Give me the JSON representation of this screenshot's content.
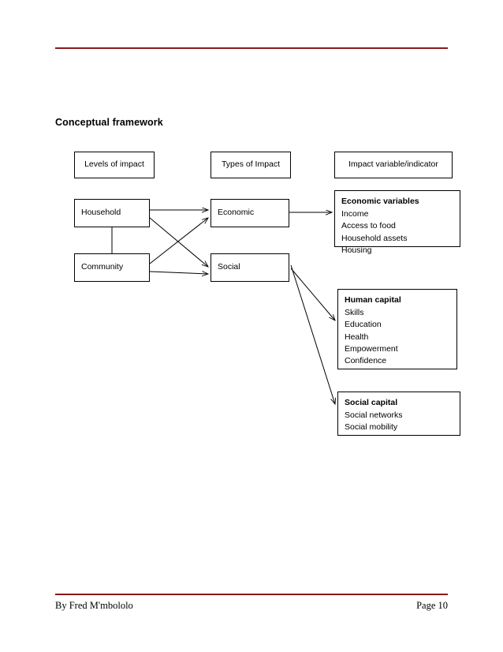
{
  "document": {
    "heading": "Conceptual framework",
    "footer_left": "By Fred M'mbololo",
    "footer_right": "Page 10",
    "rule_color": "#8b1a1a"
  },
  "diagram": {
    "headers": [
      {
        "label": "Levels of impact"
      },
      {
        "label": "Types of Impact"
      },
      {
        "label": "Impact variable/indicator"
      }
    ],
    "levels": [
      {
        "label": "Household"
      },
      {
        "label": "Community"
      }
    ],
    "types": [
      {
        "label": "Economic"
      },
      {
        "label": "Social"
      }
    ],
    "variables": [
      {
        "title": "Economic variables",
        "items": [
          "Income",
          "Access to food",
          "Household assets",
          "Housing"
        ]
      },
      {
        "title": "Human capital",
        "items": [
          "Skills",
          "Education",
          "Health",
          "Empowerment",
          "Confidence"
        ]
      },
      {
        "title": "Social capital",
        "items": [
          "Social networks",
          "Social mobility"
        ]
      }
    ]
  }
}
